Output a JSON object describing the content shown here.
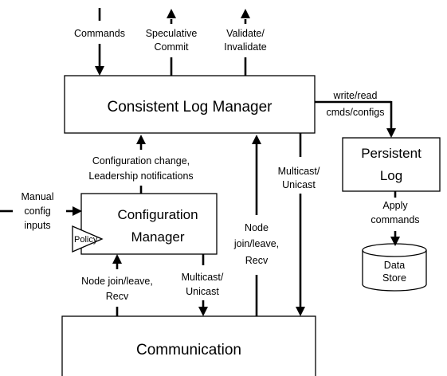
{
  "nodes": {
    "consistent_log_manager": "Consistent Log Manager",
    "persistent_log": [
      "Persistent",
      "Log"
    ],
    "configuration_manager": [
      "Configuration",
      "Manager"
    ],
    "policy": "Policy",
    "data_store": [
      "Data",
      "Store"
    ],
    "communication": "Communication"
  },
  "edge_labels": {
    "commands": "Commands",
    "speculative_commit": [
      "Speculative",
      "Commit"
    ],
    "validate_invalidate": [
      "Validate/",
      "Invalidate"
    ],
    "write_read": [
      "write/read",
      "cmds/configs"
    ],
    "config_change": [
      "Configuration change,",
      "Leadership notifications"
    ],
    "manual_config": [
      "Manual",
      "config",
      "inputs"
    ],
    "multicast_right": [
      "Multicast/",
      "Unicast"
    ],
    "apply_commands": [
      "Apply",
      "commands"
    ],
    "node_join_right": [
      "Node",
      "join/leave,",
      "Recv"
    ],
    "node_join_left": [
      "Node  join/leave,",
      "Recv"
    ],
    "multicast_left": [
      "Multicast/",
      "Unicast"
    ]
  }
}
